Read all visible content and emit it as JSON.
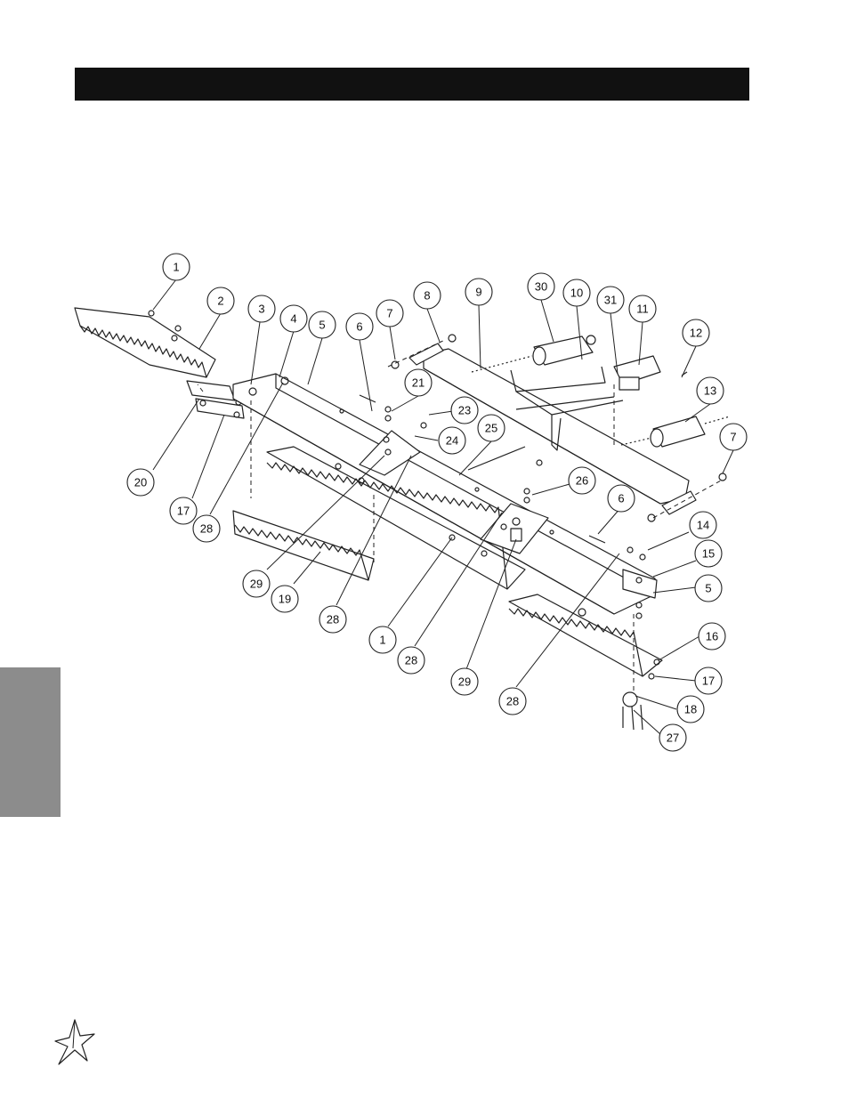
{
  "callouts": [
    {
      "id": "c1a",
      "label": "1"
    },
    {
      "id": "c2",
      "label": "2"
    },
    {
      "id": "c3",
      "label": "3"
    },
    {
      "id": "c4",
      "label": "4"
    },
    {
      "id": "c5a",
      "label": "5"
    },
    {
      "id": "c6a",
      "label": "6"
    },
    {
      "id": "c7a",
      "label": "7"
    },
    {
      "id": "c8",
      "label": "8"
    },
    {
      "id": "c9",
      "label": "9"
    },
    {
      "id": "c30",
      "label": "30"
    },
    {
      "id": "c10",
      "label": "10"
    },
    {
      "id": "c31",
      "label": "31"
    },
    {
      "id": "c11",
      "label": "11"
    },
    {
      "id": "c12",
      "label": "12"
    },
    {
      "id": "c13",
      "label": "13"
    },
    {
      "id": "c7b",
      "label": "7"
    },
    {
      "id": "c21",
      "label": "21"
    },
    {
      "id": "c23",
      "label": "23"
    },
    {
      "id": "c24",
      "label": "24"
    },
    {
      "id": "c25",
      "label": "25"
    },
    {
      "id": "c26",
      "label": "26"
    },
    {
      "id": "c6b",
      "label": "6"
    },
    {
      "id": "c14",
      "label": "14"
    },
    {
      "id": "c15",
      "label": "15"
    },
    {
      "id": "c5b",
      "label": "5"
    },
    {
      "id": "c16",
      "label": "16"
    },
    {
      "id": "c17b",
      "label": "17"
    },
    {
      "id": "c18",
      "label": "18"
    },
    {
      "id": "c27",
      "label": "27"
    },
    {
      "id": "c20",
      "label": "20"
    },
    {
      "id": "c17a",
      "label": "17"
    },
    {
      "id": "c28a",
      "label": "28"
    },
    {
      "id": "c29a",
      "label": "29"
    },
    {
      "id": "c19",
      "label": "19"
    },
    {
      "id": "c28b",
      "label": "28"
    },
    {
      "id": "c1b",
      "label": "1"
    },
    {
      "id": "c28c",
      "label": "28"
    },
    {
      "id": "c29b",
      "label": "29"
    },
    {
      "id": "c28d",
      "label": "28"
    }
  ],
  "colors": {
    "header_bar": "#111111",
    "side_tab": "#8c8c8c",
    "line": "#222222"
  }
}
